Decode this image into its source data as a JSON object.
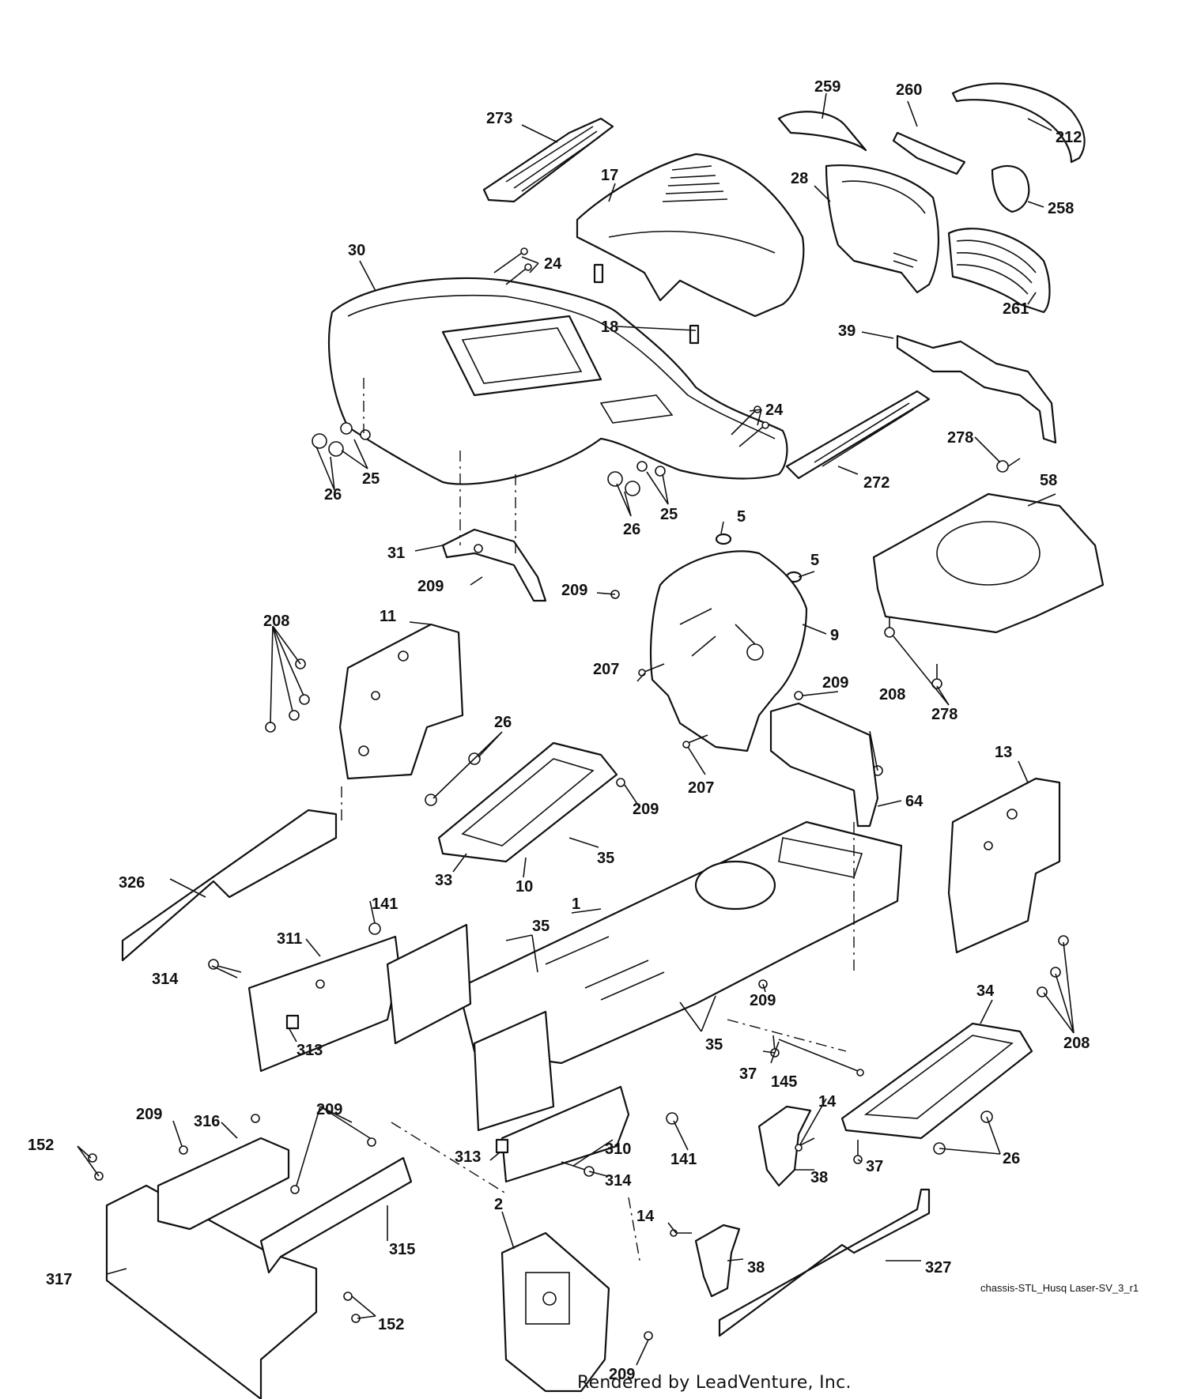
{
  "diagram": {
    "drawing_id": "chassis-STL_Husq Laser-SV_3_r1",
    "credit": "Rendered by LeadVenture, Inc.",
    "callouts": [
      "273",
      "17",
      "259",
      "260",
      "212",
      "28",
      "258",
      "261",
      "30",
      "24",
      "18",
      "39",
      "24",
      "278",
      "272",
      "25",
      "26",
      "25",
      "26",
      "5",
      "58",
      "31",
      "209",
      "209",
      "5",
      "9",
      "208",
      "11",
      "207",
      "209",
      "208",
      "278",
      "26",
      "209",
      "207",
      "64",
      "13",
      "35",
      "33",
      "10",
      "326",
      "1",
      "35",
      "141",
      "311",
      "314",
      "313",
      "209",
      "34",
      "208",
      "35",
      "37",
      "145",
      "14",
      "209",
      "316",
      "209",
      "152",
      "141",
      "310",
      "314",
      "313",
      "38",
      "37",
      "26",
      "14",
      "2",
      "315",
      "38",
      "327",
      "317",
      "152",
      "209"
    ]
  }
}
